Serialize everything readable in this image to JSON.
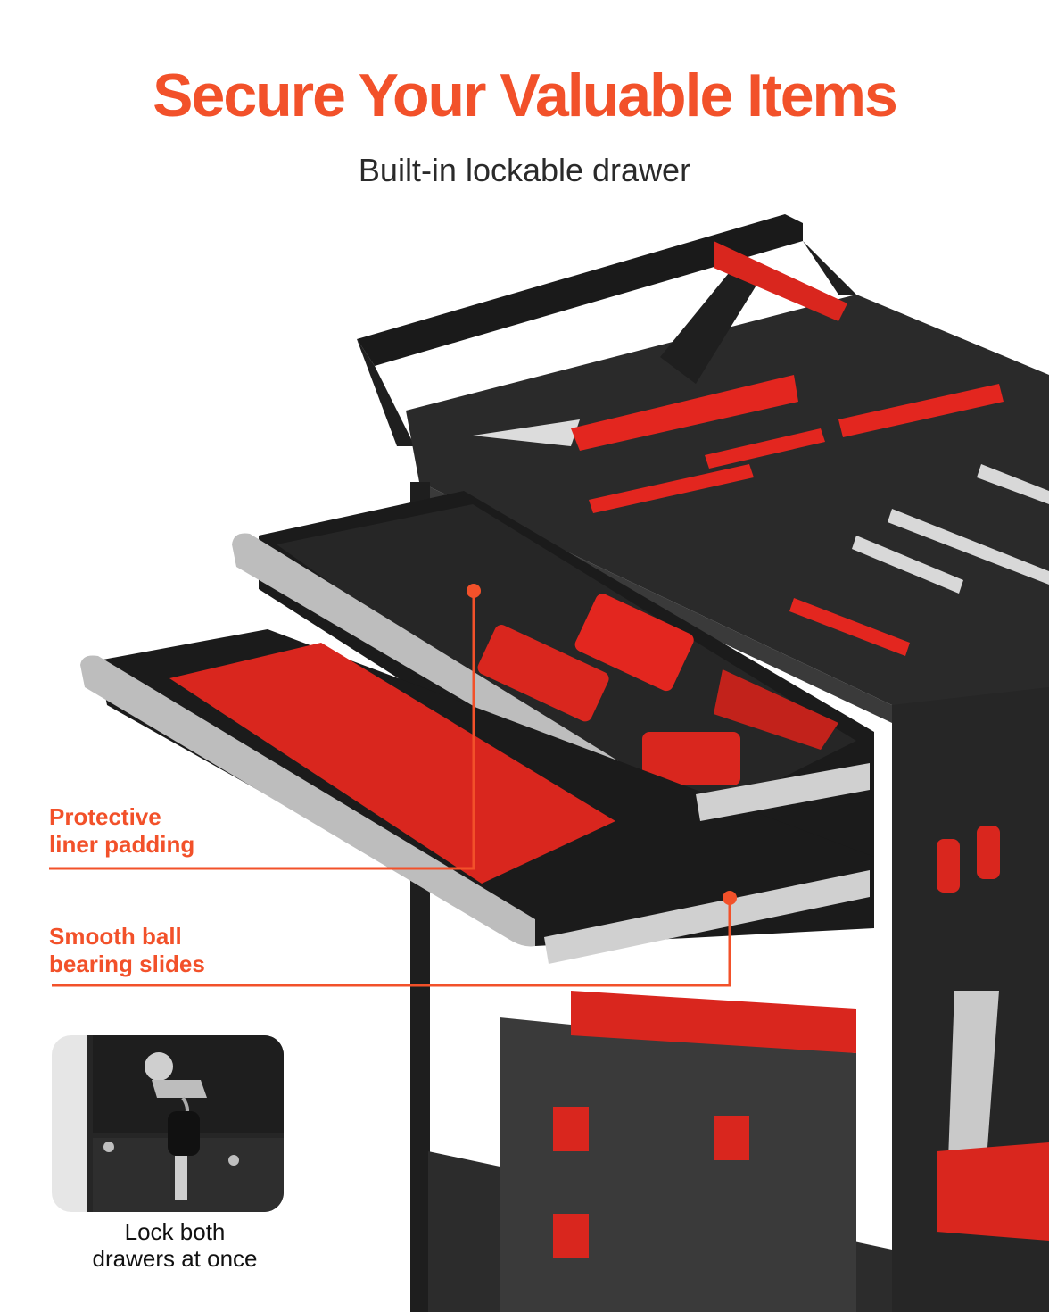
{
  "header": {
    "title": "Secure Your Valuable Items",
    "subtitle": "Built-in lockable drawer"
  },
  "callouts": [
    {
      "line1": "Protective",
      "line2": "liner padding"
    },
    {
      "line1": "Smooth ball",
      "line2": "bearing slides"
    }
  ],
  "lock_inset": {
    "caption_line1": "Lock both",
    "caption_line2": "drawers at once"
  },
  "colors": {
    "accent": "#f2512a",
    "cart_body": "#2b2b2b",
    "tool_red": "#e0261f"
  }
}
